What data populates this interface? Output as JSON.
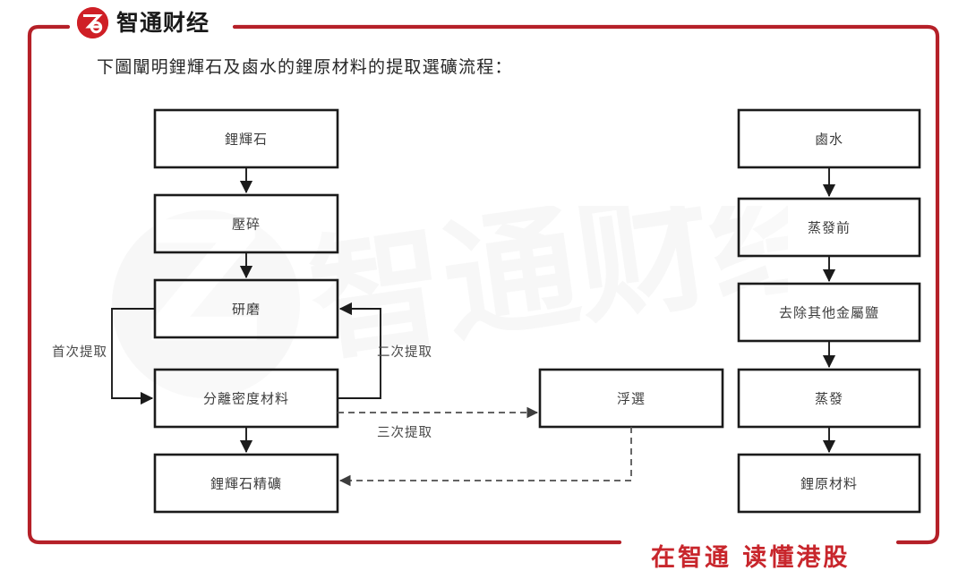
{
  "brand": {
    "logo_text": "智通财经",
    "logo_mark": "z6-circle-logo",
    "accent_color": "#c8262c",
    "watermark_text": "智通财经"
  },
  "caption": {
    "text": "下圖闡明鋰輝石及鹵水的鋰原材料的提取選礦流程："
  },
  "footer": {
    "slogan": "在智通  读懂港股"
  },
  "diagram": {
    "type": "flowchart",
    "left_column": {
      "title": "spodumene-process",
      "nodes": [
        {
          "id": "spodumene",
          "label": "鋰輝石"
        },
        {
          "id": "crushing",
          "label": "壓碎"
        },
        {
          "id": "grinding",
          "label": "研磨"
        },
        {
          "id": "density-separation",
          "label": "分離密度材料"
        },
        {
          "id": "spodumene-concentrate",
          "label": "鋰輝石精礦"
        }
      ]
    },
    "middle_column": {
      "nodes": [
        {
          "id": "flotation",
          "label": "浮選"
        }
      ]
    },
    "right_column": {
      "title": "brine-process",
      "nodes": [
        {
          "id": "brine",
          "label": "鹵水"
        },
        {
          "id": "pre-evaporation",
          "label": "蒸發前"
        },
        {
          "id": "remove-other-metal-salts",
          "label": "去除其他金屬鹽"
        },
        {
          "id": "evaporation",
          "label": "蒸發"
        },
        {
          "id": "lithium-raw-material",
          "label": "鋰原材料"
        }
      ]
    },
    "edge_labels": [
      {
        "id": "first-extraction",
        "label": "首次提取"
      },
      {
        "id": "second-extraction",
        "label": "二次提取"
      },
      {
        "id": "third-extraction",
        "label": "三次提取"
      }
    ]
  }
}
